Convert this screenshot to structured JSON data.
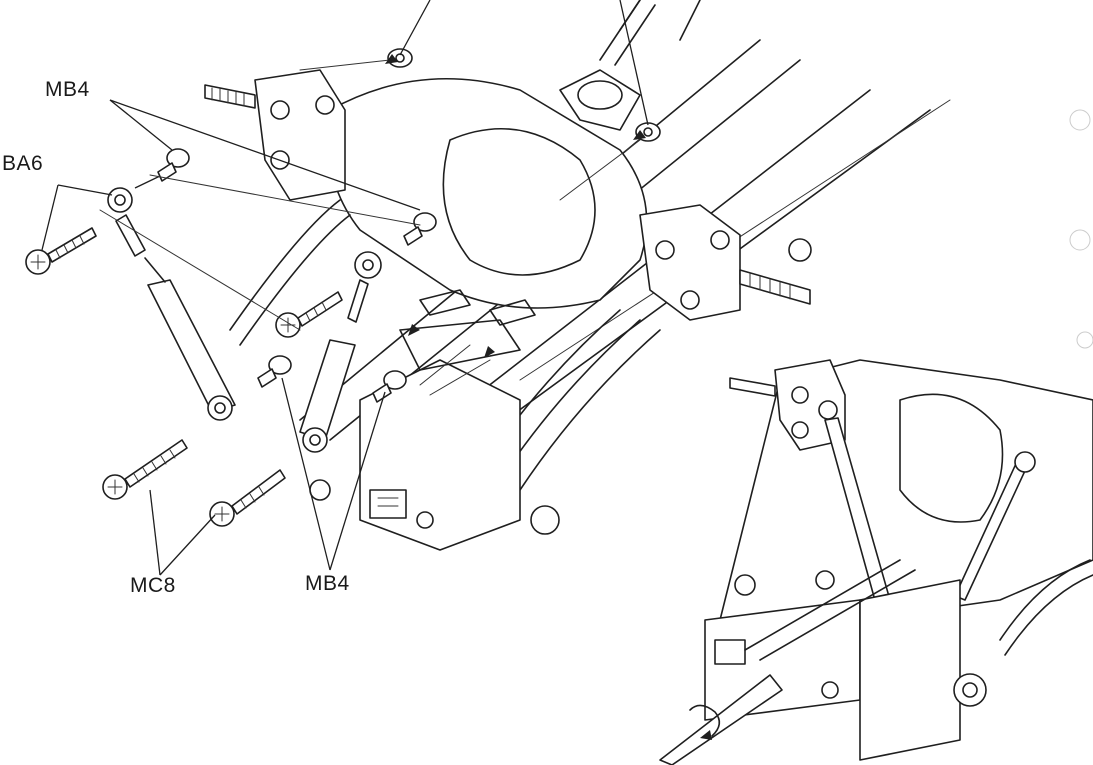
{
  "labels": {
    "mb4_top": "MB4",
    "ba6": "BA6",
    "mc8": "MC8",
    "mb4_bottom": "MB4"
  },
  "colors": {
    "ink": "#1f1f1f",
    "paper": "#ffffff"
  }
}
